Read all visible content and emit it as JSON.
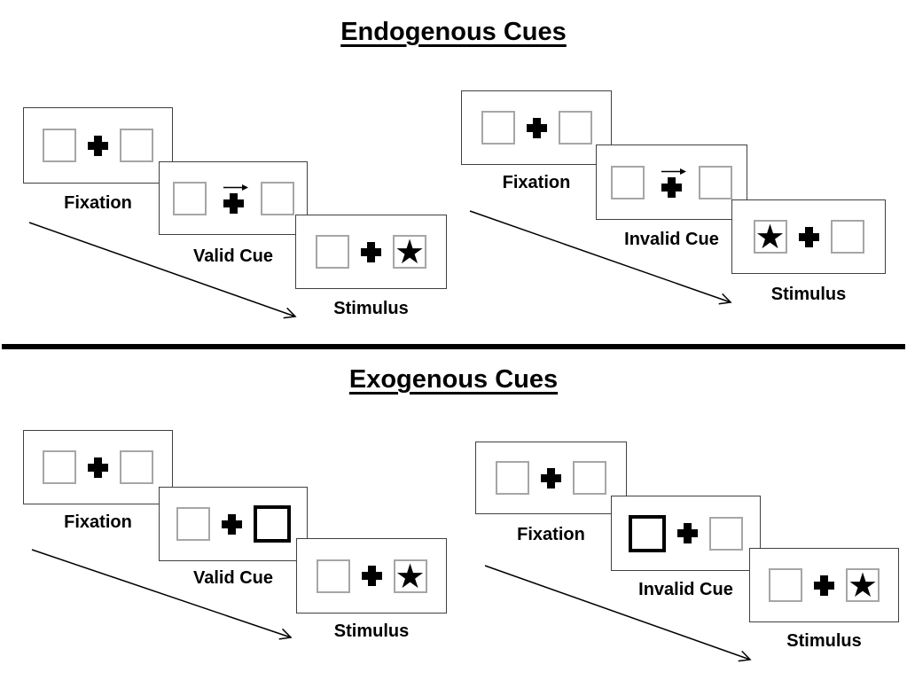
{
  "figure": {
    "sections": [
      {
        "title": "Endogenous Cues",
        "trials": [
          {
            "type": "valid",
            "frames": [
              {
                "label": "Fixation",
                "content": "two empty boxes with central fixation cross"
              },
              {
                "label": "Valid Cue",
                "content": "right-pointing arrow above fixation cross",
                "cue": "arrow-right"
              },
              {
                "label": "Stimulus",
                "content": "star target in right box",
                "target": "right"
              }
            ]
          },
          {
            "type": "invalid",
            "frames": [
              {
                "label": "Fixation",
                "content": "two empty boxes with central fixation cross"
              },
              {
                "label": "Invalid Cue",
                "content": "right-pointing arrow above fixation cross",
                "cue": "arrow-right"
              },
              {
                "label": "Stimulus",
                "content": "star target in left box",
                "target": "left"
              }
            ]
          }
        ]
      },
      {
        "title": "Exogenous Cues",
        "trials": [
          {
            "type": "valid",
            "frames": [
              {
                "label": "Fixation",
                "content": "two empty boxes with central fixation cross"
              },
              {
                "label": "Valid Cue",
                "content": "right box highlighted with thick black border",
                "cue": "box-right"
              },
              {
                "label": "Stimulus",
                "content": "star target in right box",
                "target": "right"
              }
            ]
          },
          {
            "type": "invalid",
            "frames": [
              {
                "label": "Fixation",
                "content": "two empty boxes with central fixation cross"
              },
              {
                "label": "Invalid Cue",
                "content": "left box highlighted with thick black border",
                "cue": "box-left"
              },
              {
                "label": "Stimulus",
                "content": "star target in right box",
                "target": "right"
              }
            ]
          }
        ]
      }
    ]
  },
  "icons": {
    "star": "★",
    "fixation_cross": "+",
    "cue_arrow": "→",
    "time_arrow": "↘"
  },
  "colors": {
    "background": "#ffffff",
    "text": "#000000",
    "panel_border": "#404040",
    "square_border": "#a6a6a6",
    "cue_border": "#000000",
    "divider": "#000000"
  }
}
